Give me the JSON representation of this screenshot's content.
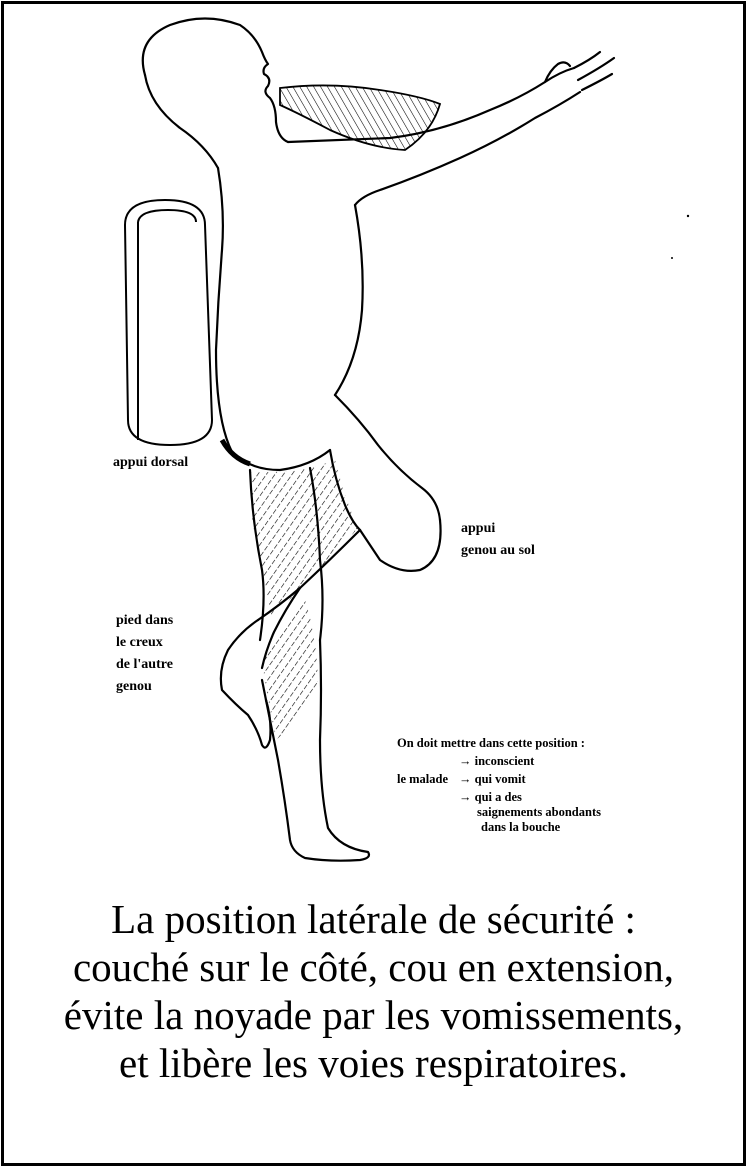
{
  "labels": {
    "appui_dorsal": "appui dorsal",
    "appui_genou": [
      "appui",
      "genou au sol"
    ],
    "pied": [
      "pied dans",
      "le creux",
      "de l'autre",
      "genou"
    ]
  },
  "note": {
    "intro": "On doit mettre dans cette position :",
    "subject": "le malade",
    "items": [
      "→ inconscient",
      "→ qui vomit",
      "→ qui a des"
    ],
    "continuation": [
      "saignements abondants",
      "dans la bouche"
    ]
  },
  "caption": [
    "La position latérale de sécurité :",
    "couché sur le côté, cou en extension,",
    "évite la noyade par les vomissements,",
    "et libère les voies respiratoires."
  ]
}
